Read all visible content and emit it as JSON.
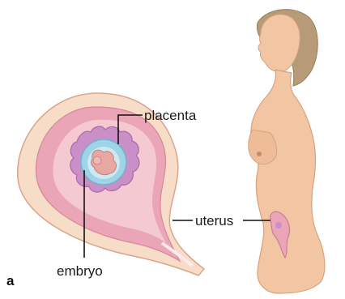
{
  "figure": {
    "panel_label": "a",
    "labels": {
      "placenta": "placenta",
      "embryo": "embryo",
      "uterus": "uterus"
    }
  },
  "colors": {
    "skin": "#f2c6a3",
    "skin_shadow": "#d9a07f",
    "hair": "#b79a78",
    "uterus_outer": "#f7dcc7",
    "uterus_wall": "#eaa6b6",
    "placenta": "#c98fc6",
    "amnion": "#9fd3e6",
    "embryo": "#e7a7a2"
  }
}
